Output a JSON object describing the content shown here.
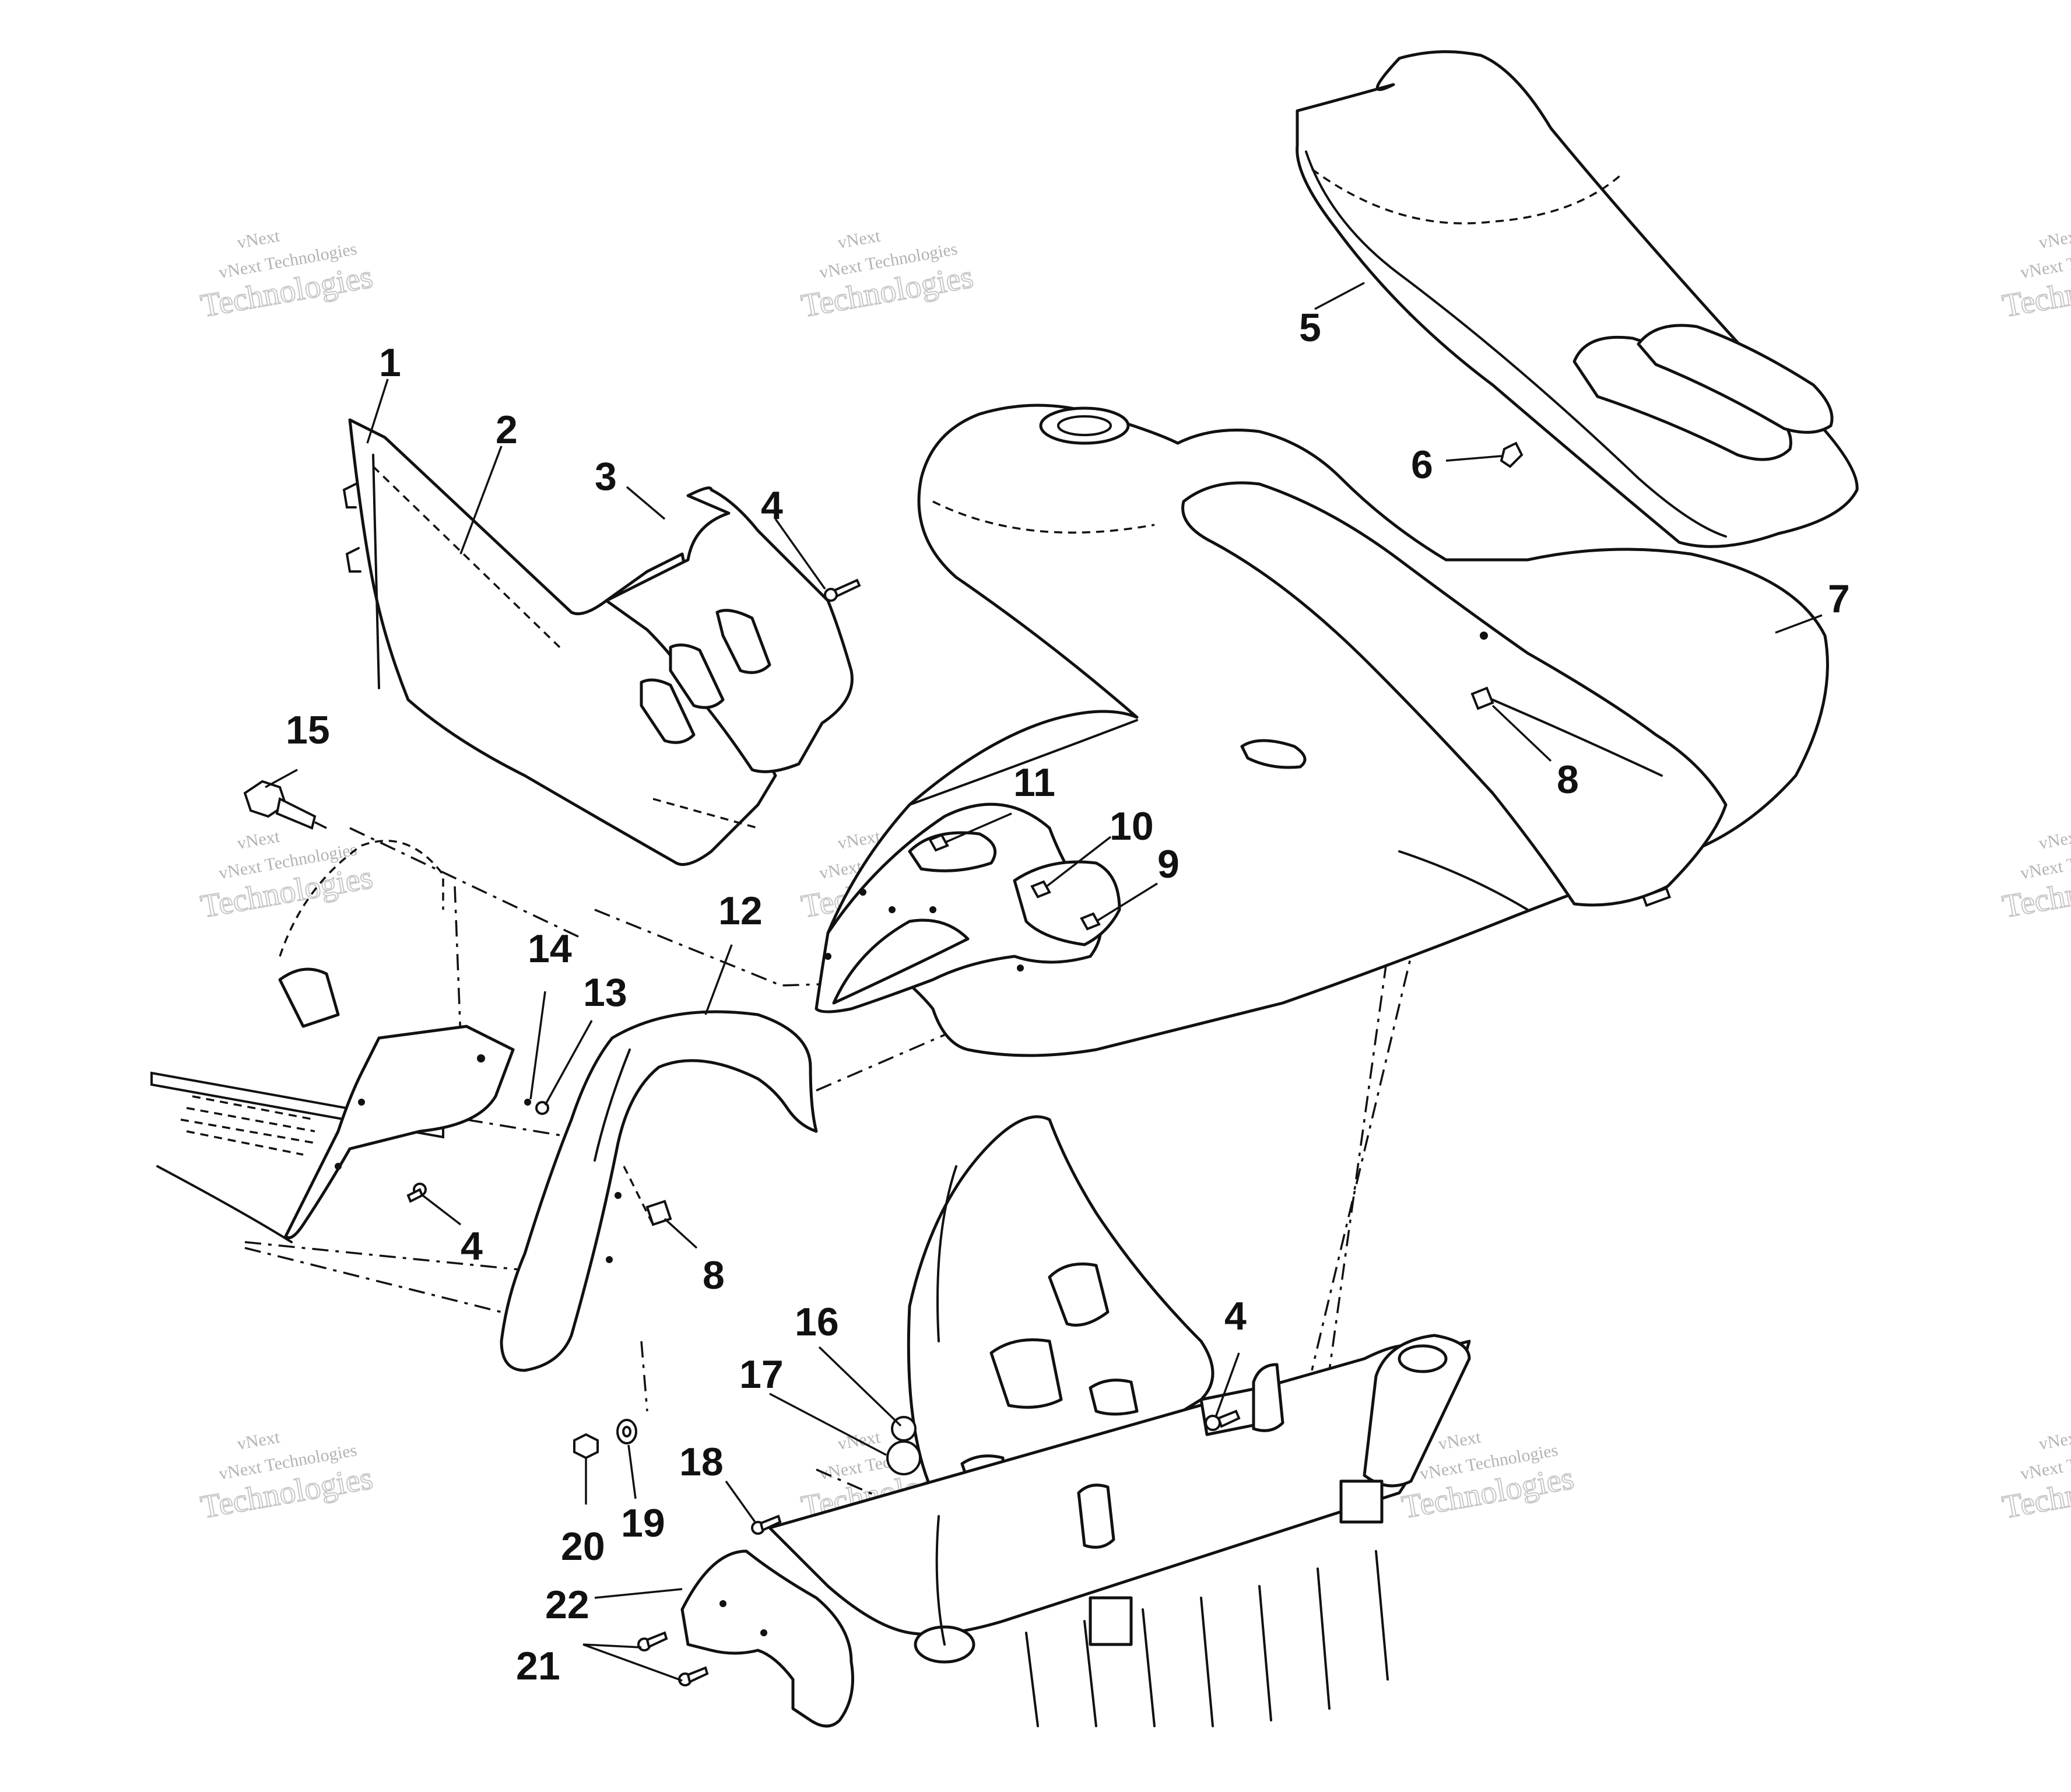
{
  "watermark": {
    "company": "vNext Technologies",
    "short": "vNext",
    "long": "Technologies"
  },
  "callouts": [
    {
      "id": "1",
      "label": "1"
    },
    {
      "id": "2",
      "label": "2"
    },
    {
      "id": "3",
      "label": "3"
    },
    {
      "id": "4a",
      "label": "4"
    },
    {
      "id": "5",
      "label": "5"
    },
    {
      "id": "6",
      "label": "6"
    },
    {
      "id": "7",
      "label": "7"
    },
    {
      "id": "8a",
      "label": "8"
    },
    {
      "id": "9",
      "label": "9"
    },
    {
      "id": "10",
      "label": "10"
    },
    {
      "id": "11",
      "label": "11"
    },
    {
      "id": "12",
      "label": "12"
    },
    {
      "id": "13",
      "label": "13"
    },
    {
      "id": "14",
      "label": "14"
    },
    {
      "id": "15",
      "label": "15"
    },
    {
      "id": "4b",
      "label": "4"
    },
    {
      "id": "8b",
      "label": "8"
    },
    {
      "id": "16",
      "label": "16"
    },
    {
      "id": "17",
      "label": "17"
    },
    {
      "id": "4c",
      "label": "4"
    },
    {
      "id": "18",
      "label": "18"
    },
    {
      "id": "20",
      "label": "20"
    },
    {
      "id": "19",
      "label": "19"
    },
    {
      "id": "22",
      "label": "22"
    },
    {
      "id": "21",
      "label": "21"
    }
  ]
}
